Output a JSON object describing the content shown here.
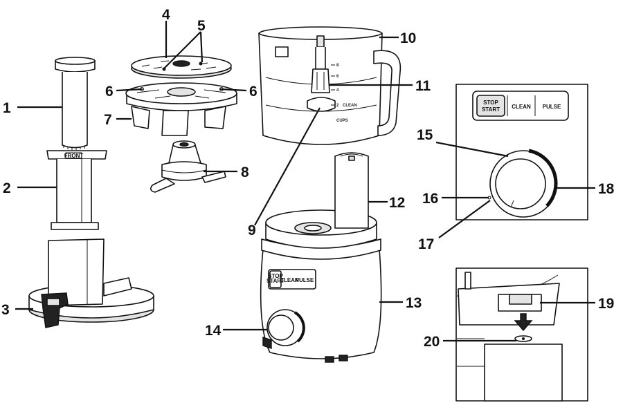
{
  "callouts": [
    "1",
    "2",
    "3",
    "4",
    "5",
    "6",
    "6",
    "7",
    "8",
    "9",
    "10",
    "11",
    "12",
    "13",
    "14",
    "15",
    "16",
    "17",
    "18",
    "19",
    "20"
  ],
  "feed_tube": {
    "front_label": "FRONT"
  },
  "base_panel": {
    "stop_start": [
      "STOP",
      "START"
    ],
    "clean": "CLEAN",
    "pulse": "PULSE"
  },
  "bowl_marks": {
    "lines": [
      "8",
      "6",
      "4",
      "2"
    ],
    "clean": "CLEAN",
    "cups": "CUPS"
  },
  "inset_panel": {
    "stop_start": [
      "STOP",
      "START"
    ],
    "clean": "CLEAN",
    "pulse": "PULSE"
  }
}
